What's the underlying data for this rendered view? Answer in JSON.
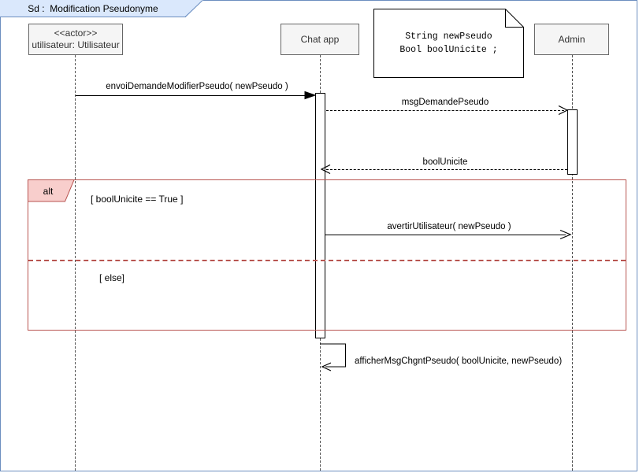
{
  "diagram": {
    "tab_label": "Sd :  Modification Pseudonyme",
    "frame_border_color": "#6c8ebf",
    "tab_fill_color": "#dae8fc"
  },
  "lifelines": [
    {
      "id": "utilisateur",
      "stereotype": "<<actor>>",
      "name": "utilisateur: Utilisateur"
    },
    {
      "id": "chatapp",
      "stereotype": "",
      "name": "Chat app"
    },
    {
      "id": "admin",
      "stereotype": "",
      "name": "Admin"
    }
  ],
  "note": {
    "lines": [
      "String newPseudo",
      "Bool boolUnicite ;"
    ]
  },
  "messages": [
    {
      "id": "m1",
      "label": "envoiDemandeModifierPseudo( newPseudo )",
      "style": "solid",
      "arrow": "filled"
    },
    {
      "id": "m2",
      "label": "msgDemandePseudo",
      "style": "dashed",
      "arrow": "open"
    },
    {
      "id": "m3",
      "label": "boolUnicite",
      "style": "dashed",
      "arrow": "open"
    },
    {
      "id": "m4",
      "label": "avertirUtilisateur( newPseudo )",
      "style": "solid",
      "arrow": "open"
    },
    {
      "id": "m5",
      "label": "afficherMsgChgntPseudo( boolUnicite, newPseudo)",
      "style": "solid",
      "arrow": "open"
    }
  ],
  "fragment": {
    "operator": "alt",
    "tag_fill_color": "#f8cecc",
    "border_color": "#b85450",
    "guards": [
      "[ boolUnicite == True ]",
      "[ else]"
    ]
  }
}
